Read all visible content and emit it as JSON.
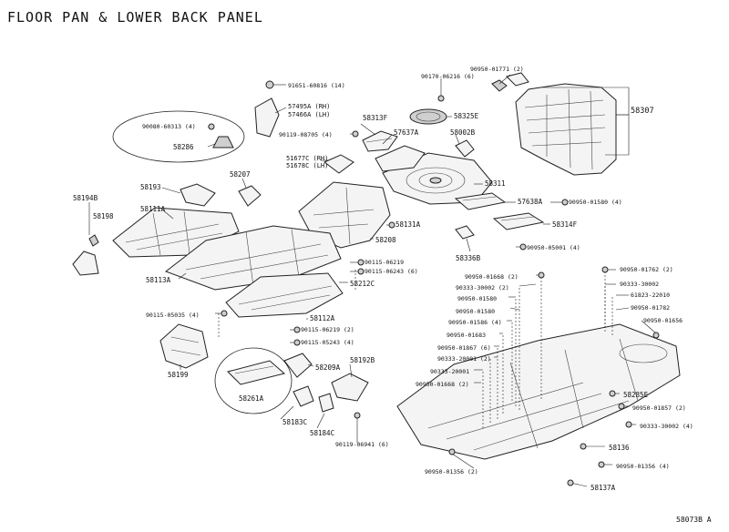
{
  "title": "FLOOR PAN & LOWER BACK PANEL",
  "ref_code": "58073B A",
  "labels": {
    "l58307": "58307",
    "l90950_01771": "90950-01771 (2)",
    "l90170_06216": "90170-06216 (6)",
    "l91651_60816": "91651-60816 (14)",
    "l57495A": "57495A (RH)",
    "l57466A": "57466A (LH)",
    "l58313F": "58313F",
    "l58325E": "58325E",
    "l90080_60313": "90080-60313 (4)",
    "l58286": "58286",
    "l90119_08705": "90119-08705 (4)",
    "l57637A": "57637A",
    "l58002B": "58002B",
    "l51677C": "51677C (RH)",
    "l51678C": "51678C (LH)",
    "l58207": "58207",
    "l58193": "58193",
    "l58311": "58311",
    "l57638A": "57638A",
    "l90950_01580_4": "90950-01580 (4)",
    "l58194B": "58194B",
    "l58198": "58198",
    "l58111A": "58111A",
    "l58314F": "58314F",
    "l58131A": "58131A",
    "l58208": "58208",
    "l58336B": "58336B",
    "l90950_05001": "90950-05001 (4)",
    "l90115_06219_1": "90115-06219",
    "l90115_06243": "90115-06243 (6)",
    "l58212C": "58212C",
    "l58113A": "58113A",
    "l90950_01668_2": "90950-01668 (2)",
    "l90950_01762": "90950-01762 (2)",
    "l90333_30002_2": "90333-30002 (2)",
    "l90333_30002": "90333-30002",
    "l90950_01580_a": "90950-01580",
    "l90950_01580_b": "90950-01580",
    "l90950_01586": "90950-01586 (4)",
    "l90950_01683": "90950-01683",
    "l90950_01867_a": "90950-01867 (6)",
    "l90333_20001_2": "90333-20001 (2)",
    "l90333_20001": "90333-20001",
    "l90950_01668": "90950-01668 (2)",
    "l61823_22010": "61823-22010",
    "l90950_01782": "90950-01782",
    "l90950_01656": "90950-01656",
    "l90115_05035": "90115-05035 (4)",
    "l58112A": "58112A",
    "l90115_06219_2": "90115-06219 (2)",
    "l90115_05243": "90115-05243 (4)",
    "l58199": "58199",
    "l58209A": "58209A",
    "l58192B": "58192B",
    "l58261A": "58261A",
    "l58183C": "58183C",
    "l58184C": "58184C",
    "l90119_06941": "90119-06941 (6)",
    "l58285E": "58285E",
    "l90950_01857": "90950-01857 (2)",
    "l90333_30002_4": "90333-30002 (4)",
    "l58136": "58136",
    "l90950_01356_4": "90950-01356 (4)",
    "l90950_01356_2": "90950-01356 (2)",
    "l58137A": "58137A"
  }
}
